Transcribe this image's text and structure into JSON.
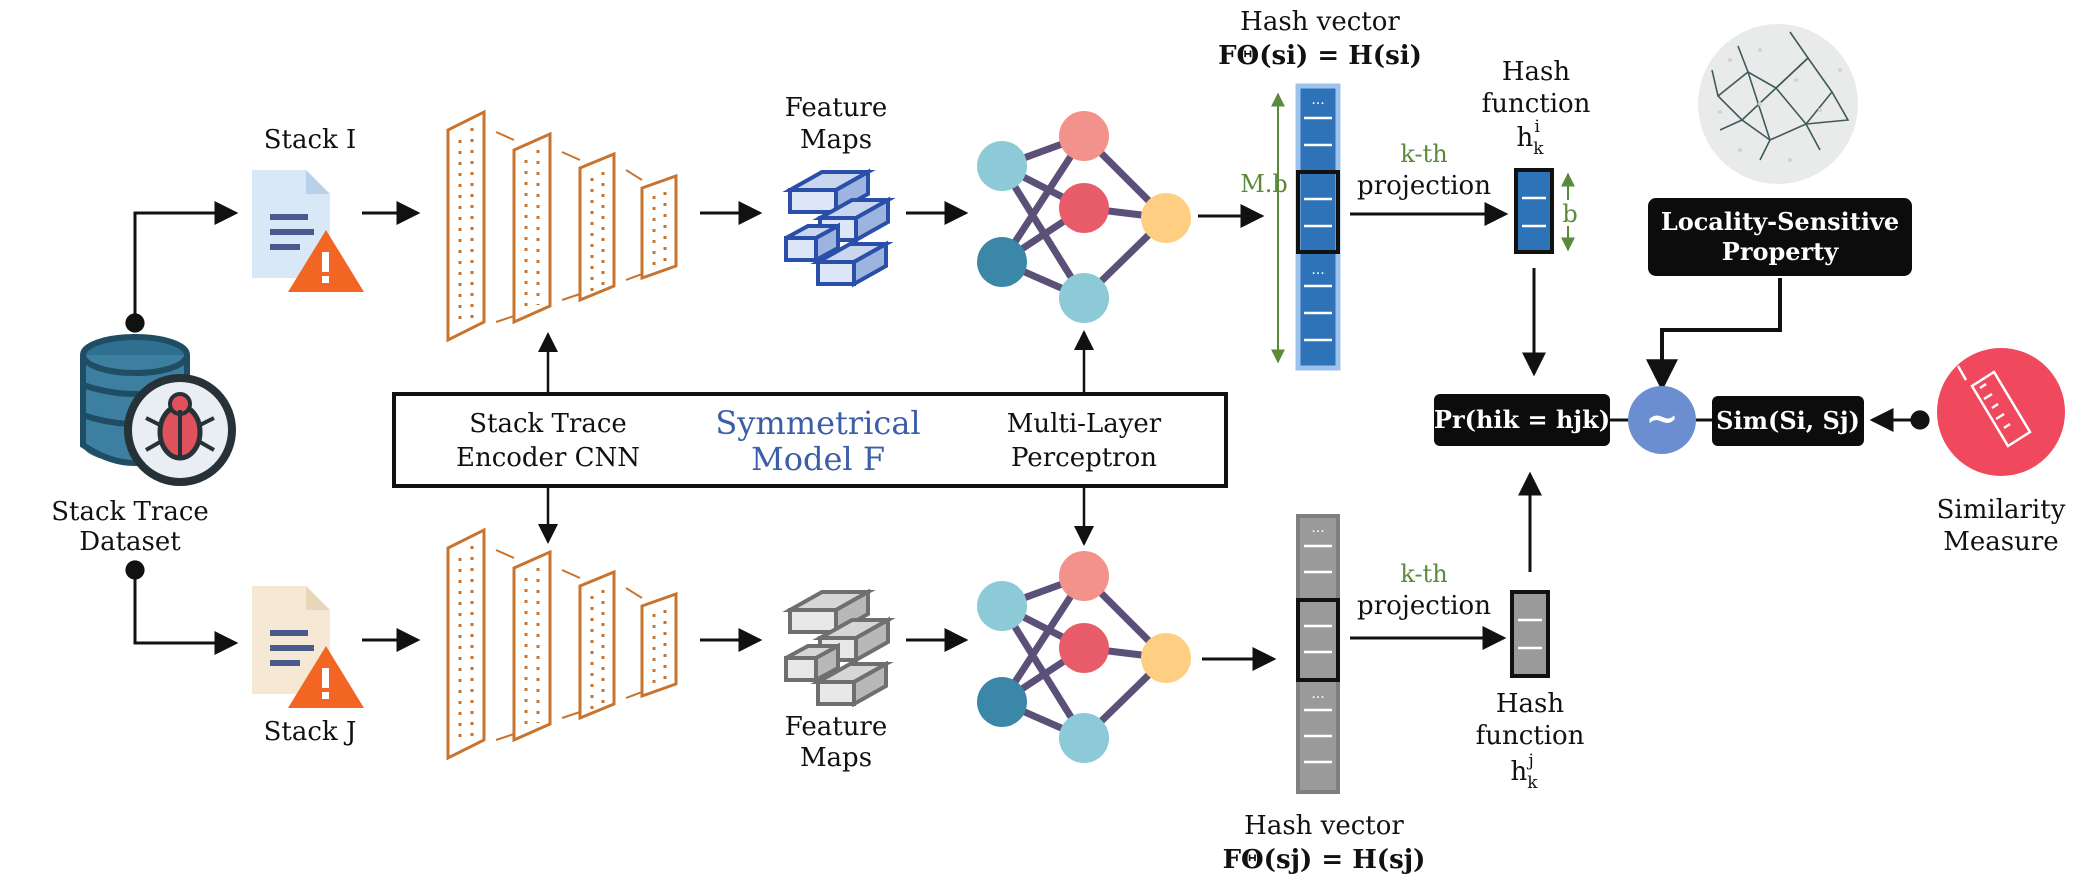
{
  "dataset": {
    "line1": "Stack Trace",
    "line2": "Dataset"
  },
  "stack_i": {
    "label": "Stack I"
  },
  "stack_j": {
    "label": "Stack J"
  },
  "feature_maps_top": {
    "line1": "Feature",
    "line2": "Maps"
  },
  "feature_maps_bottom": {
    "line1": "Feature",
    "line2": "Maps"
  },
  "model_box": {
    "encoder_line1": "Stack Trace",
    "encoder_line2": "Encoder CNN",
    "model_line1": "Symmetrical",
    "model_line2": "Model F",
    "mlp_line1": "Multi-Layer",
    "mlp_line2": "Perceptron"
  },
  "hash_vector_top": {
    "title": "Hash vector",
    "formula": "FΘ(si) = H(si)",
    "mb": "M.b",
    "dots": "..."
  },
  "hash_vector_bottom": {
    "title": "Hash vector",
    "formula": "FΘ(sj) = H(sj)",
    "dots": "..."
  },
  "projection_top": {
    "line1": "k-th",
    "line2": "projection"
  },
  "projection_bottom": {
    "line1": "k-th",
    "line2": "projection"
  },
  "hash_function_top": {
    "line1": "Hash",
    "line2": "function",
    "symbol": "h",
    "sub": "k",
    "sup": "i",
    "b": "b"
  },
  "hash_function_bottom": {
    "line1": "Hash",
    "line2": "function",
    "symbol": "h",
    "sub": "k",
    "sup": "j"
  },
  "lsh_property": {
    "line1": "Locality-Sensitive",
    "line2": "Property"
  },
  "probability": {
    "text": "Pr(hik = hjk)"
  },
  "tilde": {
    "symbol": "~"
  },
  "similarity_fn": {
    "text": "Sim(Si, Sj)"
  },
  "similarity_measure": {
    "line1": "Similarity",
    "line2": "Measure"
  },
  "colors": {
    "cnn_orange": "#c8742e",
    "hash_blue": "#2e72b8",
    "hash_gray": "#9a9a9a",
    "green": "#5a8a3a",
    "model_blue": "#3b5ea8",
    "similarity_red": "#f0485c",
    "tilde_blue": "#6a8ecf"
  }
}
